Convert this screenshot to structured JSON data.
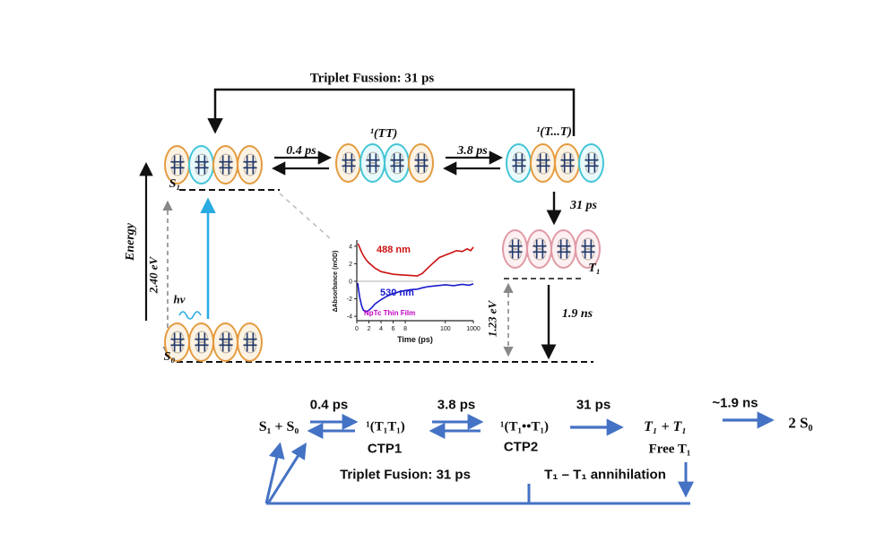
{
  "figure": {
    "top_fusion_label": "Triplet Fussion: 31 ps",
    "tt_state": "¹(TT)",
    "ttt_state": "¹(T...T)",
    "rate_s1_tt": "0.4 ps",
    "rate_tt_ttt": "3.8 ps",
    "rate_ttt_t1": "31 ps",
    "rate_t1_s0": "1.9 ns",
    "s1": "S₁",
    "s0": "S₀",
    "t1": "T₁",
    "energy_axis": "Energy",
    "gap_s1": "2.40 eV",
    "gap_t1": "1.23 eV",
    "photon": "hν"
  },
  "clusters": [
    {
      "name": "s1-cluster",
      "ovals": [
        "orange",
        "cyan",
        "orange",
        "orange"
      ]
    },
    {
      "name": "tt-cluster",
      "ovals": [
        "orange",
        "cyan",
        "cyan",
        "orange"
      ]
    },
    {
      "name": "ttt-cluster",
      "ovals": [
        "cyan",
        "orange",
        "orange",
        "cyan"
      ]
    },
    {
      "name": "t1-cluster",
      "ovals": [
        "pink",
        "pink",
        "pink",
        "pink"
      ]
    },
    {
      "name": "s0-cluster",
      "ovals": [
        "orange",
        "orange",
        "orange",
        "orange"
      ]
    }
  ],
  "scheme": {
    "rate1": "0.4 ps",
    "rate2": "3.8 ps",
    "rate3": "31 ps",
    "rate4": "~1.9 ns",
    "reactant": "S₁ + S₀",
    "ctp1_formula": "¹(T₁T₁)",
    "ctp2_formula": "¹(T₁••T₁)",
    "free_pair": "T₁ + T₁",
    "product": "2 S₀",
    "ctp1_label": "CTP1",
    "ctp2_label": "CTP2",
    "free_label": "Free T₁",
    "fusion_note": "Triplet Fusion:  31 ps",
    "annihilation_note": "T₁ – T₁ annihilation"
  },
  "chart_data": {
    "type": "line",
    "title": "",
    "xlabel": "Time (ps)",
    "ylabel": "ΔAbsorbance (mOD)",
    "annotation": "NpTc Thin Film",
    "annotation_color": "#C400C4",
    "x_axis": {
      "scale": "linear-then-log",
      "linear_max": 10,
      "log_max": 1000,
      "ticks": [
        0,
        2,
        4,
        6,
        8,
        100,
        1000
      ]
    },
    "ylim": [
      -4.5,
      4.5
    ],
    "yticks": [
      4,
      2,
      0,
      -2,
      -4
    ],
    "legend_position": "inside",
    "grid": false,
    "series": [
      {
        "name": "488 nm",
        "color": "#CC1111",
        "x": [
          0.2,
          0.5,
          0.8,
          1.2,
          1.6,
          2,
          2.5,
          3,
          3.5,
          4,
          5,
          6,
          7,
          8,
          9,
          10,
          15,
          25,
          40,
          60,
          100,
          150,
          250,
          400,
          600,
          800,
          1000
        ],
        "y": [
          4.3,
          3.8,
          3.3,
          2.8,
          2.4,
          2.1,
          1.8,
          1.5,
          1.3,
          1.1,
          0.95,
          0.8,
          0.75,
          0.7,
          0.65,
          0.6,
          0.9,
          1.6,
          2.2,
          2.7,
          3.0,
          3.2,
          3.5,
          3.4,
          3.7,
          3.5,
          3.9
        ]
      },
      {
        "name": "530 nm",
        "color": "#1A1ACC",
        "x": [
          0.15,
          0.3,
          0.5,
          0.8,
          1.1,
          1.5,
          2,
          2.5,
          3,
          4,
          5,
          6,
          7,
          8,
          9,
          10,
          15,
          25,
          50,
          100,
          200,
          400,
          700,
          1000
        ],
        "y": [
          -0.2,
          -1.0,
          -1.9,
          -2.8,
          -3.3,
          -3.5,
          -3.3,
          -3.0,
          -2.6,
          -2.1,
          -1.7,
          -1.4,
          -1.2,
          -1.05,
          -0.95,
          -0.9,
          -0.75,
          -0.6,
          -0.5,
          -0.4,
          -0.5,
          -0.35,
          -0.45,
          -0.3
        ]
      }
    ]
  }
}
